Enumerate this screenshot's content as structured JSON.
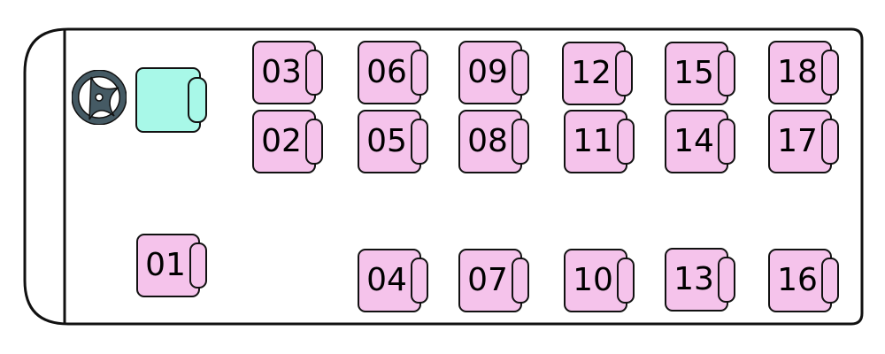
{
  "colors": {
    "seat": "#f5c3eb",
    "driver_seat": "#a8f8e8",
    "wheel": "#455a64",
    "outline": "#111111"
  },
  "driver": {
    "icon": "steering-wheel-icon"
  },
  "seats": [
    {
      "label": "01"
    },
    {
      "label": "02"
    },
    {
      "label": "03"
    },
    {
      "label": "04"
    },
    {
      "label": "05"
    },
    {
      "label": "06"
    },
    {
      "label": "07"
    },
    {
      "label": "08"
    },
    {
      "label": "09"
    },
    {
      "label": "10"
    },
    {
      "label": "11"
    },
    {
      "label": "12"
    },
    {
      "label": "13"
    },
    {
      "label": "14"
    },
    {
      "label": "15"
    },
    {
      "label": "16"
    },
    {
      "label": "17"
    },
    {
      "label": "18"
    }
  ]
}
